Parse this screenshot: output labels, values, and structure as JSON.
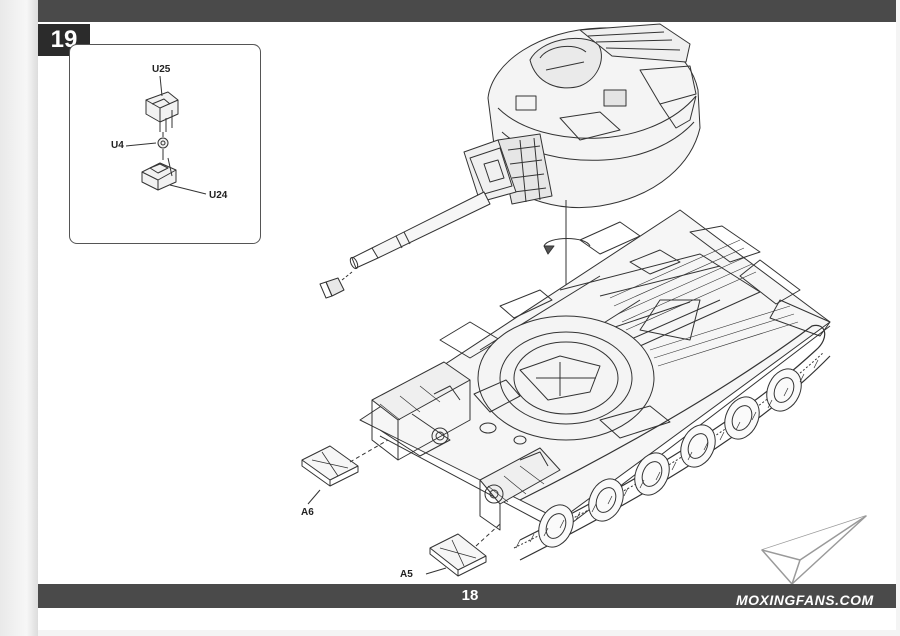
{
  "step": {
    "number": "19"
  },
  "detail": {
    "labels": {
      "top": "U25",
      "middle": "U4",
      "bottom": "U24"
    }
  },
  "main": {
    "labels": {
      "a6": "A6",
      "a5": "A5"
    }
  },
  "footer": {
    "page_number": "18"
  },
  "watermark": {
    "text": "MOXINGFANS.COM"
  }
}
